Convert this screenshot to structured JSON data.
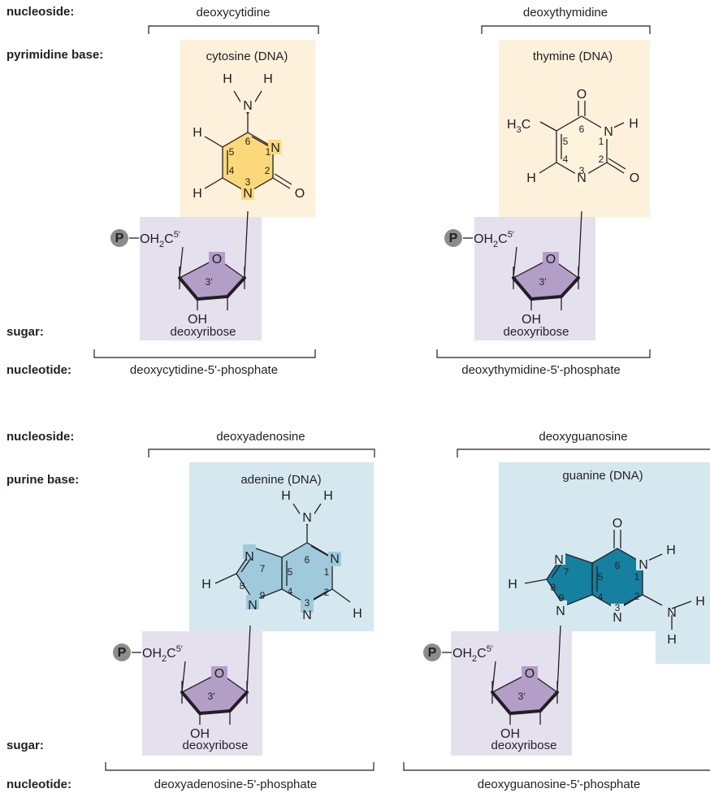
{
  "labels": {
    "nucleoside": "nucleoside:",
    "pyrimidine_base": "pyrimidine base:",
    "purine_base": "purine base:",
    "sugar": "sugar:",
    "nucleotide": "nucleotide:"
  },
  "colors": {
    "pyrimidine_label": "#f3b73b",
    "purine_label": "#1a8aa8",
    "sugar_label": "#7a3a8e",
    "pyrimidine_box": "#fdf1db",
    "cytosine_ring": "#fbd87a",
    "thymine_ring": "#fef3dc",
    "purine_box": "#d5e8f0",
    "adenine_ring": "#9fcadb",
    "guanine_ring": "#15809f",
    "sugar_box": "#e5e0ee",
    "sugar_ring": "#b39ec8",
    "phosphate": "#8c8c8c"
  },
  "panels": {
    "c": {
      "nucleoside": "deoxycytidine",
      "base": "cytosine (DNA)",
      "sugar": "deoxyribose",
      "nucleotide": "deoxycytidine-5'-phosphate"
    },
    "t": {
      "nucleoside": "deoxythymidine",
      "base": "thymine (DNA)",
      "sugar": "deoxyribose",
      "nucleotide": "deoxythymidine-5'-phosphate"
    },
    "a": {
      "nucleoside": "deoxyadenosine",
      "base": "adenine (DNA)",
      "sugar": "deoxyribose",
      "nucleotide": "deoxyadenosine-5'-phosphate"
    },
    "g": {
      "nucleoside": "deoxyguanosine",
      "base": "guanine (DNA)",
      "sugar": "deoxyribose",
      "nucleotide": "deoxyguanosine-5'-phosphate"
    }
  },
  "atoms": {
    "H": "H",
    "N": "N",
    "O": "O",
    "OH": "OH",
    "P": "P",
    "C": "C",
    "OH2C": "OH",
    "sub2": "2",
    "sub3": "3",
    "prime5": "5′",
    "prime3": "3′"
  },
  "ring_numbers": {
    "n1": "1",
    "n2": "2",
    "n3": "3",
    "n4": "4",
    "n5": "5",
    "n6": "6",
    "n7": "7",
    "n8": "8",
    "n9": "9"
  }
}
